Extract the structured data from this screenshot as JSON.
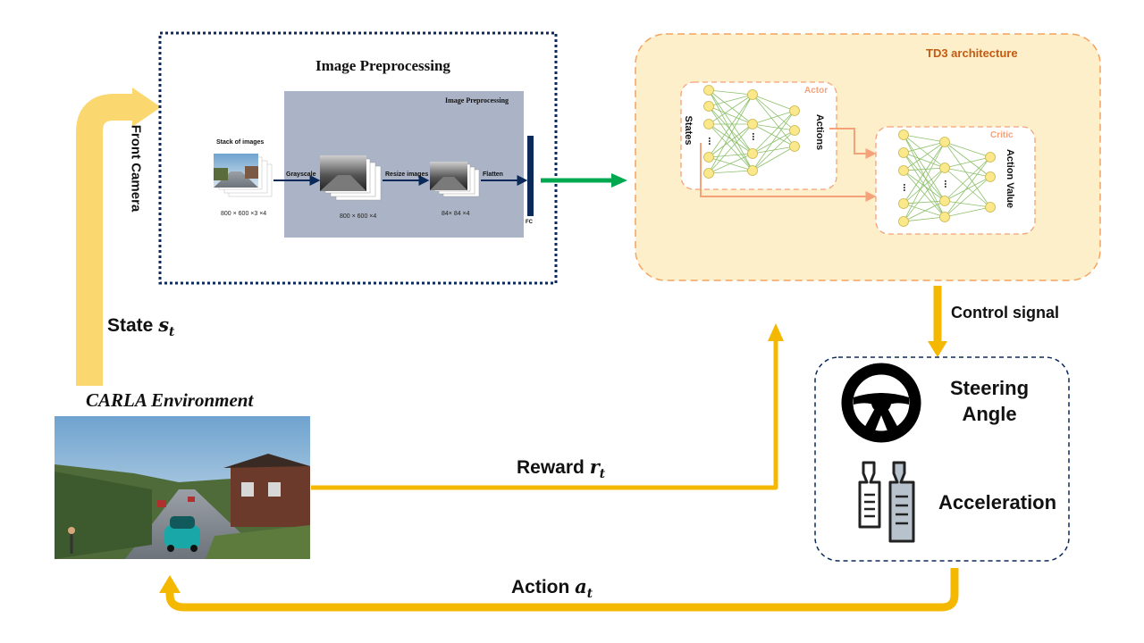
{
  "preprocessing": {
    "title": "Image Preprocessing",
    "inner_title": "Image Preprocessing",
    "front_camera": "Front Camera",
    "stack_label": "Stack of images",
    "dim1": "800 × 600 ×3 ×4",
    "grayscale": "Grayscale",
    "dim2": "800 × 600 ×4",
    "resize": "Resize images",
    "dim3": "84× 84 ×4",
    "flatten": "Flatten",
    "fc": "FC"
  },
  "td3": {
    "title": "TD3 architecture",
    "actor": "Actor",
    "critic": "Critic",
    "states": "States",
    "actions": "Actions",
    "action_value": "Action Value"
  },
  "labels": {
    "state": "State",
    "state_sym": "s",
    "state_sub": "t",
    "environment": "CARLA Environment",
    "reward": "Reward",
    "reward_sym": "r",
    "reward_sub": "t",
    "action": "Action",
    "action_sym": "a",
    "action_sub": "t",
    "control_signal": "Control signal"
  },
  "controls": {
    "steering_line1": "Steering",
    "steering_line2": "Angle",
    "acceleration": "Acceleration"
  },
  "icons": {
    "steering": "steering-wheel-icon",
    "pedals": "pedals-icon"
  },
  "colors": {
    "yellow_arrow": "#f5b800",
    "yellow_light": "#fbd770",
    "green_arrow": "#00a94f",
    "td3_fill": "#fdefc9",
    "td3_border": "#f4a460",
    "td3_title": "#c55a11",
    "dark_blue": "#0b2a5a",
    "preproc_bg": "#aab4c6"
  }
}
